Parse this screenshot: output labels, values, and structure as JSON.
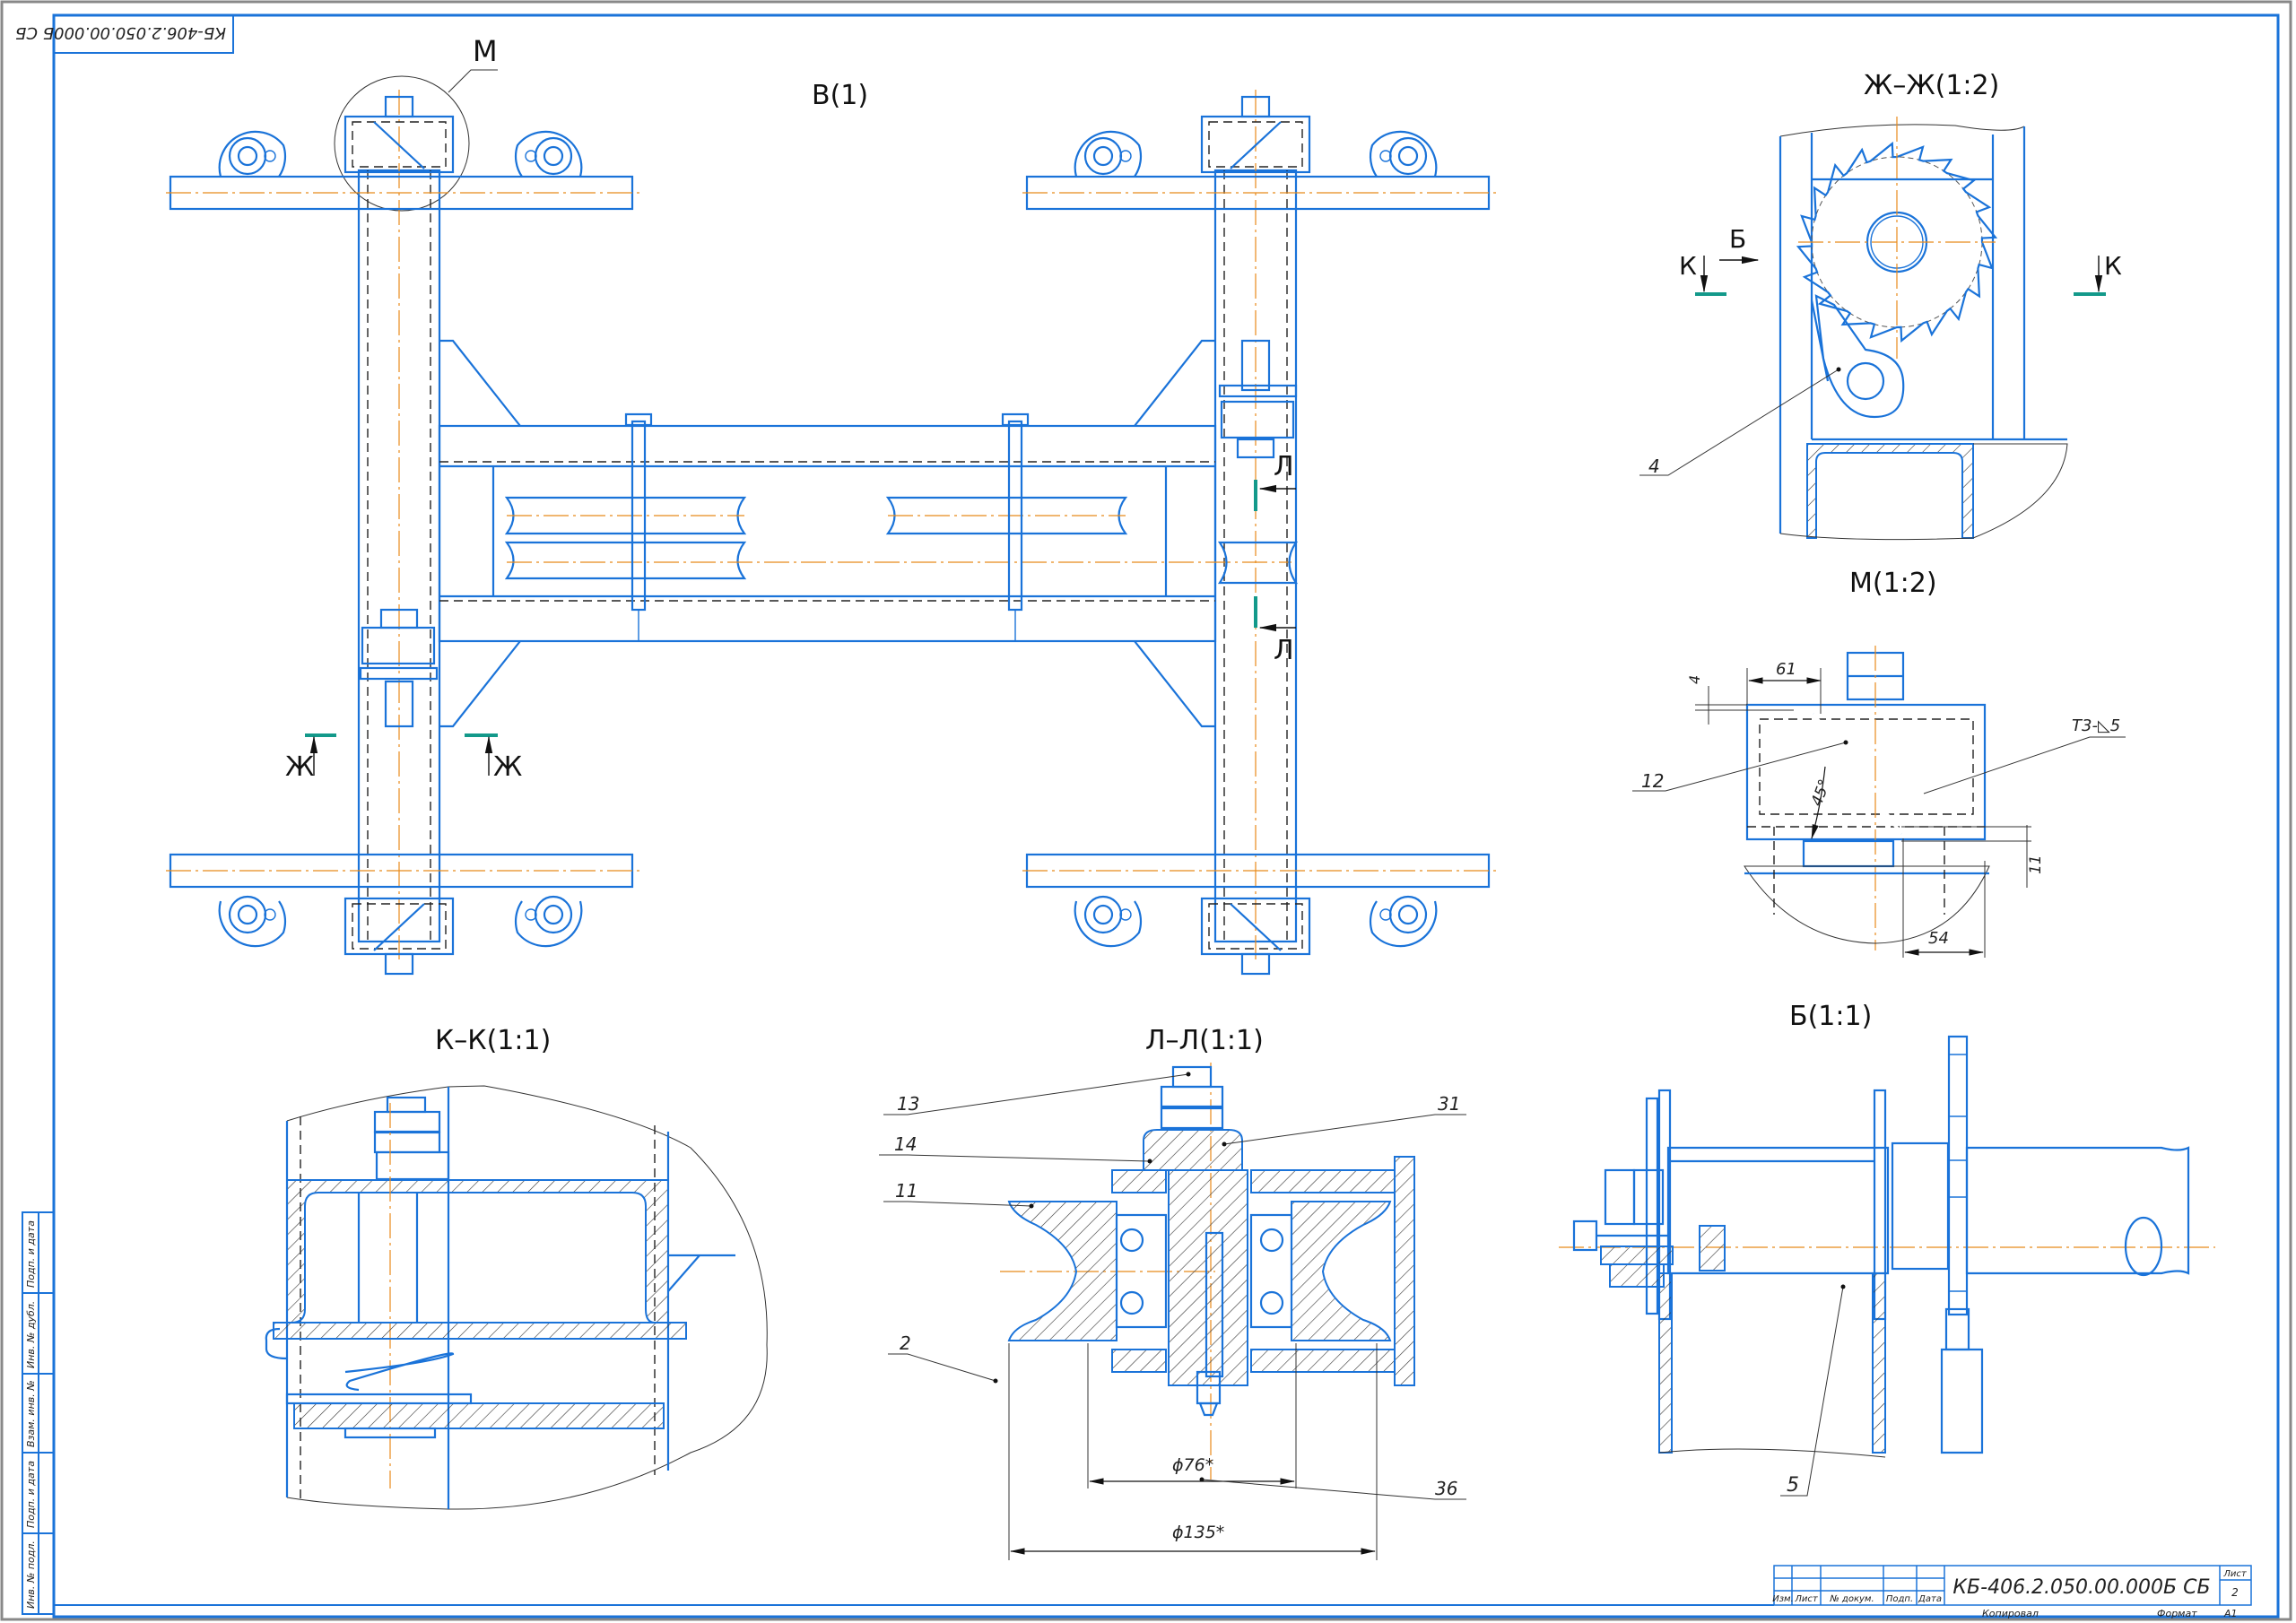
{
  "sheet": {
    "rotated_code": "КБ-406.2.050.00.000Б СБ",
    "colors": {
      "line": "#1a73d9",
      "axis": "#e88a1a",
      "section": "#13998a",
      "frame": "#1a73d9"
    }
  },
  "views": {
    "main": {
      "title": "В(1)",
      "detail_marker": "М",
      "section_zh": "Ж",
      "section_l": "Л"
    },
    "zh": {
      "title": "Ж–Ж(1:2)",
      "section_k": "К",
      "view_b": "Б",
      "callouts": [
        "4"
      ]
    },
    "m": {
      "title": "М(1:2)",
      "dims": {
        "d61": "61",
        "d4": "4",
        "angle": "45°",
        "weld": "Т3-◺5",
        "d11": "11",
        "d54": "54"
      },
      "callouts": [
        "12"
      ]
    },
    "kk": {
      "title": "К–К(1:1)"
    },
    "ll": {
      "title": "Л–Л(1:1)",
      "callouts": [
        "13",
        "14",
        "11",
        "2",
        "31",
        "36"
      ],
      "dims": {
        "d76": "ϕ76*",
        "d135": "ϕ135*"
      }
    },
    "b": {
      "title": "Б(1:1)",
      "callouts": [
        "5"
      ]
    }
  },
  "side_strip": [
    "Подп. и дата",
    "Инв. № дубл.",
    "Взам. инв. №",
    "Подп. и дата",
    "Инв. № подл."
  ],
  "title_block": {
    "code": "КБ-406.2.050.00.000Б СБ",
    "headers": [
      "Изм.",
      "Лист",
      "№ докум.",
      "Подп.",
      "Дата"
    ],
    "sheet_label": "Лист",
    "sheet_number": "2",
    "copied": "Копировал",
    "format_label": "Формат",
    "format_value": "А1"
  }
}
